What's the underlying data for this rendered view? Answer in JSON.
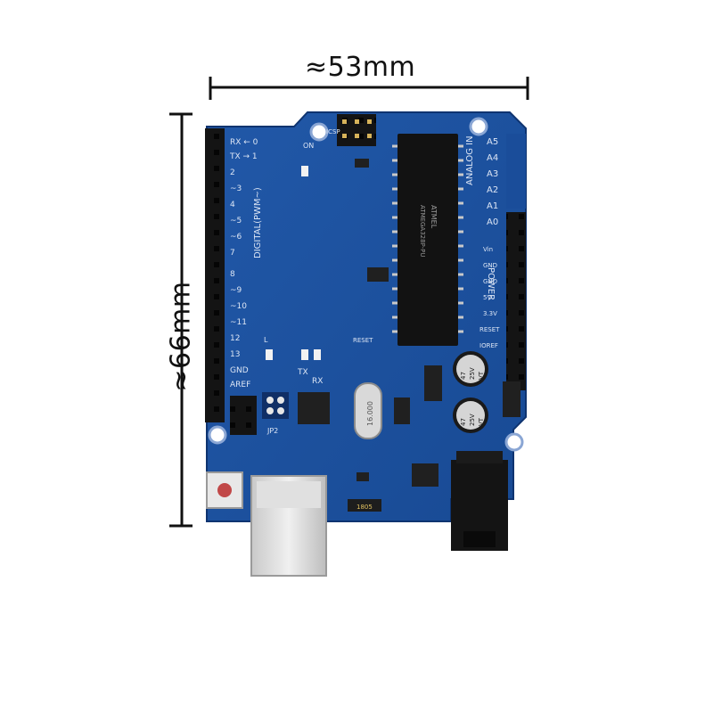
{
  "dimensions": {
    "width_label": "≈53mm",
    "height_label": "≈66mm"
  },
  "board": {
    "digital_header_label": "DIGITAL(PWM~)",
    "digital_pins": [
      "RX ← 0",
      "TX → 1",
      "2",
      "~3",
      "4",
      "~5",
      "~6",
      "7",
      "8",
      "~9",
      "~10",
      "~11",
      "12",
      "13",
      "GND",
      "AREF"
    ],
    "analog_header_label": "ANALOG IN",
    "analog_pins": [
      "A5",
      "A4",
      "A3",
      "A2",
      "A1",
      "A0"
    ],
    "power_header_label": "POWER",
    "power_pins": [
      "Vin",
      "GND",
      "GND",
      "5V",
      "3.3V",
      "RESET",
      "IOREF"
    ],
    "led_labels": [
      "ON",
      "L",
      "TX",
      "RX"
    ],
    "jumper_labels": [
      "JP2",
      "ICSP"
    ],
    "reset_label": "RESET",
    "chip_text": [
      "ATMEL",
      "ATMEGA328P-PU"
    ],
    "crystal_text": "16.000",
    "capacitor_text": [
      "47",
      "25V",
      "VT"
    ],
    "resistor_text": "1805",
    "colors": {
      "pcb": "#1d4f9c",
      "pcb_dark": "#163f80",
      "header": "#141414",
      "silk": "#dde6f5"
    }
  }
}
